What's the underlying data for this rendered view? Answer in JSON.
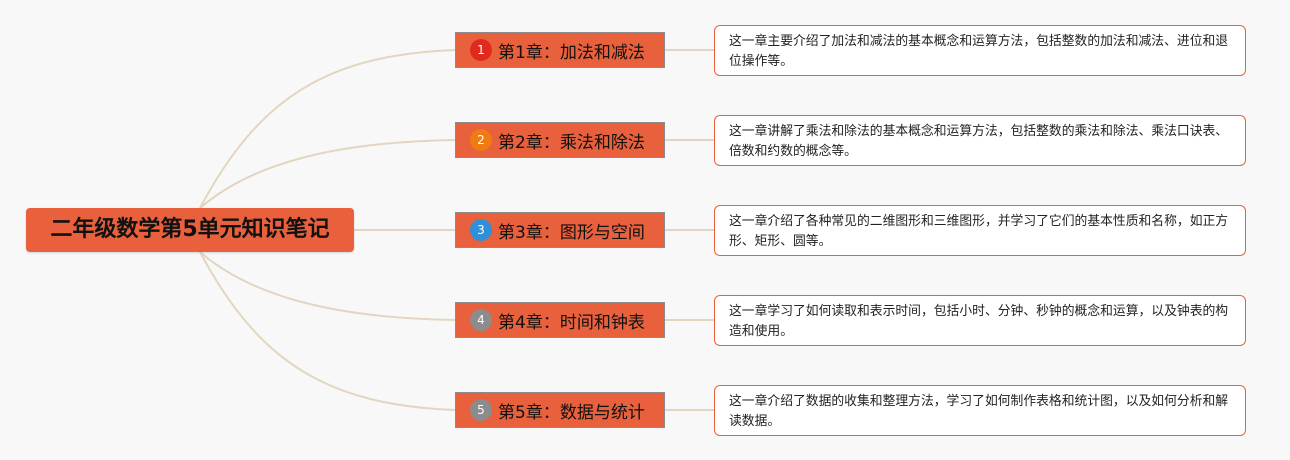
{
  "root": {
    "title": "二年级数学第5单元知识笔记"
  },
  "colors": {
    "node_fill": "#e8603c",
    "connector": "#e3d6c0",
    "background": "#f8f8f8"
  },
  "chapters": [
    {
      "badge_number": "1",
      "badge_color": "#e02a1e",
      "label": "第1章：加法和减法",
      "description": "这一章主要介绍了加法和减法的基本概念和运算方法，包括整数的加法和减法、进位和退位操作等。"
    },
    {
      "badge_number": "2",
      "badge_color": "#ef7b12",
      "label": "第2章：乘法和除法",
      "description": "这一章讲解了乘法和除法的基本概念和运算方法，包括整数的乘法和除法、乘法口诀表、倍数和约数的概念等。"
    },
    {
      "badge_number": "3",
      "badge_color": "#2f8fd8",
      "label": "第3章：图形与空间",
      "description": "这一章介绍了各种常见的二维图形和三维图形，并学习了它们的基本性质和名称，如正方形、矩形、圆等。"
    },
    {
      "badge_number": "4",
      "badge_color": "#8c8c8c",
      "label": "第4章：时间和钟表",
      "description": "这一章学习了如何读取和表示时间，包括小时、分钟、秒钟的概念和运算，以及钟表的构造和使用。"
    },
    {
      "badge_number": "5",
      "badge_color": "#8c8c8c",
      "label": "第5章：数据与统计",
      "description": "这一章介绍了数据的收集和整理方法，学习了如何制作表格和统计图，以及如何分析和解读数据。"
    }
  ]
}
